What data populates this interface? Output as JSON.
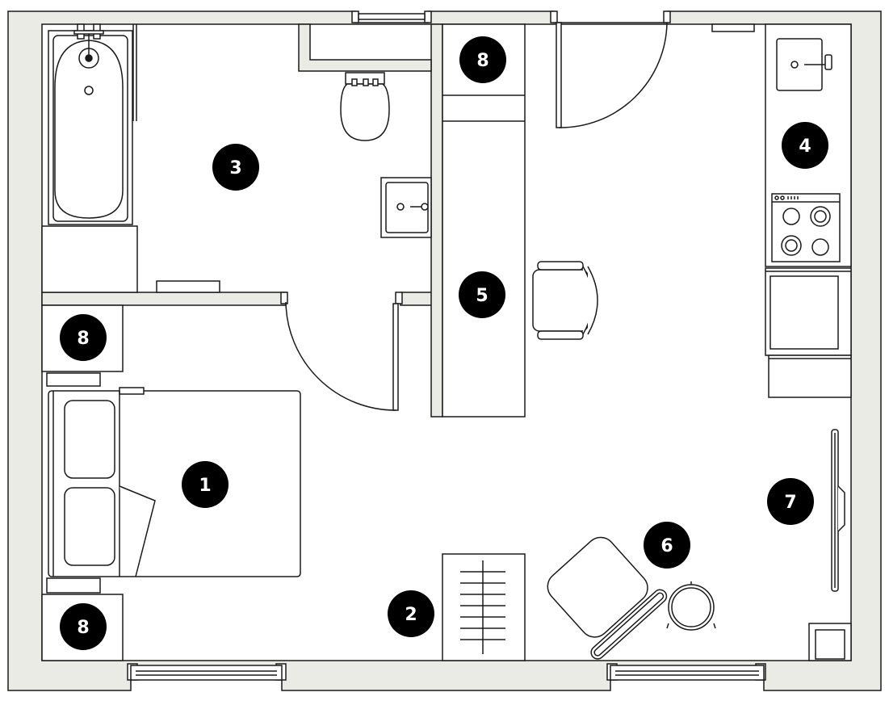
{
  "colors": {
    "wall_fill": "#ebebe6",
    "line": "#1a1a1a",
    "marker": "#000000",
    "marker_text": "#ffffff",
    "background": "#ffffff"
  },
  "markers": {
    "bed_area": "1",
    "radiator": "2",
    "bathroom": "3",
    "kitchen": "4",
    "desk": "5",
    "lounge_chair": "6",
    "tv": "7",
    "storage_top": "8",
    "storage_left_top": "8",
    "storage_left_bottom": "8"
  }
}
